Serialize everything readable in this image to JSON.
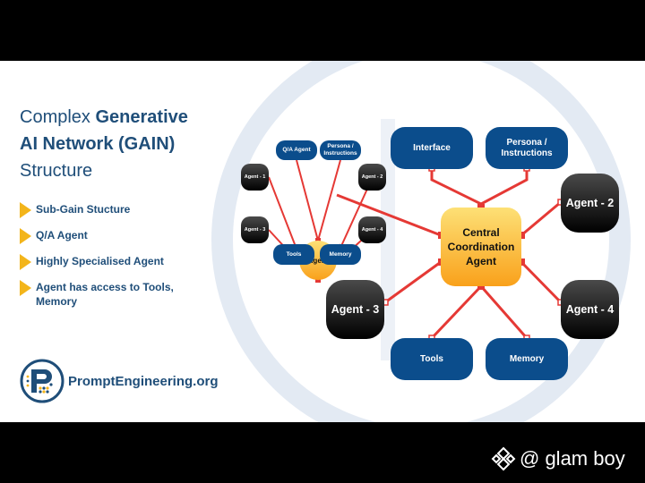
{
  "title": {
    "line1_light": "Complex ",
    "line1_bold": "Generative",
    "line2_bold": "AI Network (GAIN)",
    "line3_light": "Structure"
  },
  "bullets": [
    "Sub-Gain Stucture",
    "Q/A Agent",
    "Highly Specialised Agent",
    "Agent has access to Tools, Memory"
  ],
  "logo": {
    "letter": "P",
    "text": "PromptEngineering.org"
  },
  "large_network": {
    "interface": "Interface",
    "persona": "Persona / Instructions",
    "central": "Central Coordination Agent",
    "agent2": "Agent - 2",
    "agent3": "Agent - 3",
    "agent4": "Agent - 4",
    "tools": "Tools",
    "memory": "Memory"
  },
  "small_network": {
    "qa": "Q/A Agent",
    "persona": "Persona / Instructions",
    "agent": "Agent",
    "agent1": "Agent - 1",
    "agent2": "Agent - 2",
    "agent3": "Agent - 3",
    "agent4": "Agent - 4",
    "tools": "Tools",
    "memory": "Memory"
  },
  "watermark": {
    "text": "@ glam boy"
  },
  "colors": {
    "navy": "#0b4d8c",
    "title": "#1f4e79",
    "connector": "#e53935",
    "orange": "#f9a11b",
    "yellow": "#f3b51b"
  }
}
